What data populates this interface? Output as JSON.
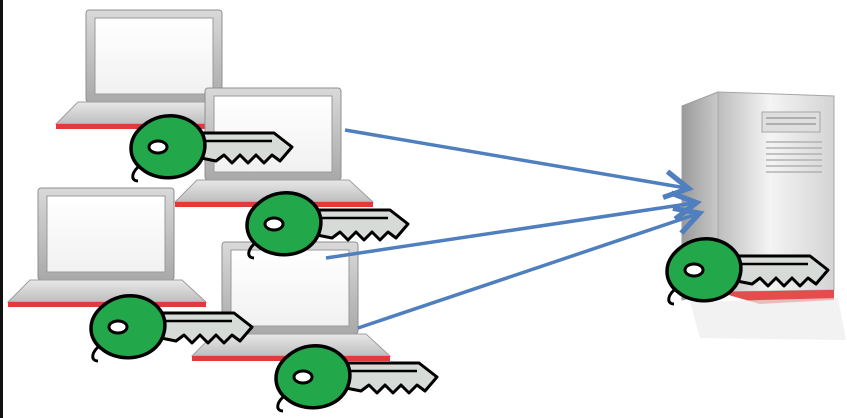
{
  "diagram": {
    "nodes": [
      {
        "id": "laptop-1",
        "kind": "laptop"
      },
      {
        "id": "laptop-2",
        "kind": "laptop"
      },
      {
        "id": "laptop-3",
        "kind": "laptop"
      },
      {
        "id": "laptop-4",
        "kind": "laptop"
      },
      {
        "id": "server",
        "kind": "server"
      }
    ],
    "keys": [
      {
        "id": "key-1",
        "on": "laptop-1",
        "handle_color": "#22a84a"
      },
      {
        "id": "key-2",
        "on": "laptop-2",
        "handle_color": "#22a84a"
      },
      {
        "id": "key-3",
        "on": "laptop-3",
        "handle_color": "#22a84a"
      },
      {
        "id": "key-4",
        "on": "laptop-4",
        "handle_color": "#22a84a"
      },
      {
        "id": "key-server",
        "on": "server",
        "handle_color": "#22a84a"
      }
    ],
    "edges": [
      {
        "from": "laptop-2",
        "to": "server"
      },
      {
        "from": "laptop-4",
        "to": "server"
      },
      {
        "from": "laptop-4",
        "to": "server"
      }
    ],
    "colors": {
      "arrow": "#4f7fbf",
      "laptop_base": "#e23a3a",
      "laptop_body": "#c9c9c9",
      "key_handle": "#22a84a",
      "key_blade": "#d6dbd8",
      "outline": "#000000"
    }
  }
}
